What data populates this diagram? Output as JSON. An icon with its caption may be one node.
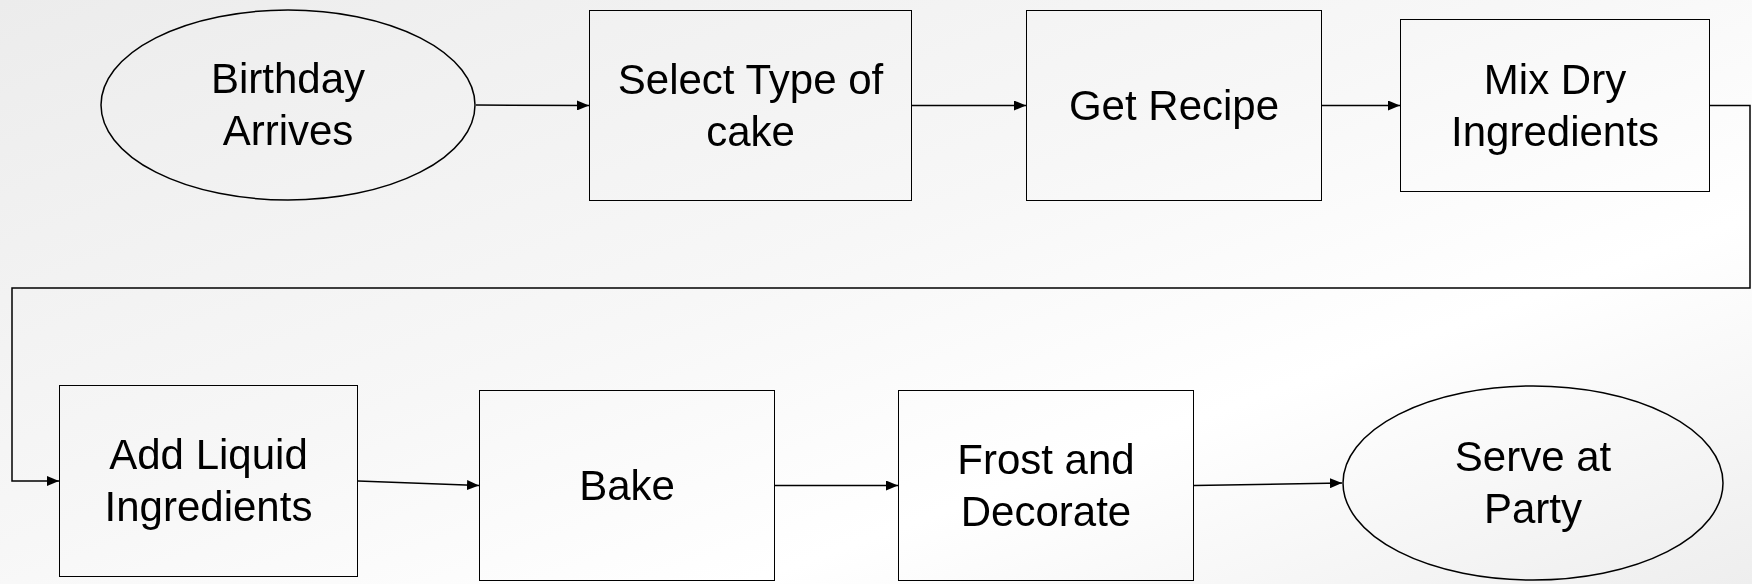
{
  "diagram": {
    "nodes": [
      {
        "text": [
          "Birthday Arrives"
        ]
      },
      {
        "text": [
          "Select Type of cake"
        ]
      },
      {
        "text": [
          "Get Recipe"
        ]
      },
      {
        "text": [
          "Mix Dry Ingredients"
        ]
      },
      {
        "text": [
          "Add Liquid Ingredients"
        ]
      },
      {
        "text": [
          "Bake"
        ]
      },
      {
        "text": [
          "Frost and Decorate"
        ]
      },
      {
        "text": [
          "Serve at Party"
        ]
      }
    ],
    "edges": [
      {
        "from": 0,
        "to": 1,
        "arrow": "to"
      },
      {
        "from": 1,
        "to": 2,
        "arrow": "to"
      },
      {
        "from": 2,
        "to": 3,
        "arrow": "to"
      },
      {
        "from": 3,
        "to": 4,
        "arrow": "to"
      },
      {
        "from": 4,
        "to": 5,
        "arrow": "to"
      },
      {
        "from": 5,
        "to": 6,
        "arrow": "to"
      },
      {
        "from": 6,
        "to": 7,
        "arrow": "to"
      }
    ]
  }
}
